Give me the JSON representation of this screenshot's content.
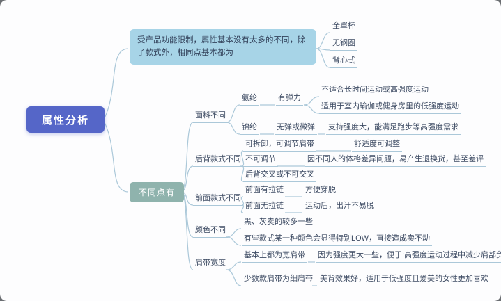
{
  "root": {
    "label": "属性分析"
  },
  "same": {
    "summary": "受产品功能限制，属性基本没有太多的不同，除了款式外，相同点基本都为",
    "items": [
      "全罩杯",
      "无钢圈",
      "背心式"
    ]
  },
  "diff": {
    "label": "不同点有",
    "fabric": {
      "label": "面料不同",
      "spandex": "氨纶",
      "spandex_trait": "有弹力",
      "spandex_note1": "不适合长时间运动或高强度运动",
      "spandex_note2": "适用于室内瑜伽或健身房里的低强度运动",
      "nylon": "锦纶",
      "nylon_trait": "无弹或微弹",
      "nylon_note": "支持强度大，能满足跑步等高强度需求"
    },
    "back": {
      "label": "后背款式不同",
      "row1": "可拆卸，可调节肩带",
      "row1_note": "舒适度可调整",
      "row2": "不可调节",
      "row2_note": "因不同人的体格差异问题，易产生退换货，甚至差评",
      "row3": "后背交叉或不可交叉"
    },
    "front": {
      "label": "前面款式不同",
      "row1": "前面有拉链",
      "row1_note": "方便穿脱",
      "row2": "前面无拉链",
      "row2_note": "运动后，出汗不易脱"
    },
    "color": {
      "label": "颜色不同",
      "row1": "黑、灰卖的较多一些",
      "row2": "有些款式某一种颜色会显得特别LOW，直接造成卖不动"
    },
    "strap": {
      "label": "肩带宽度",
      "row1": "基本上都为宽肩带",
      "row1_note": "因为强度更大一些，便于:高强度运动过程中减少肩部负担",
      "row2": "少数款肩带为细肩带",
      "row2_note": "美背效果好，适用于低强度且爱美的女性更加喜欢"
    }
  },
  "colors": {
    "root_bg": "#5566c8",
    "same_bg": "#a7d4e7",
    "diff_bg": "#8fb3ad",
    "line": "#abc8d9",
    "text": "#3d4b63"
  }
}
